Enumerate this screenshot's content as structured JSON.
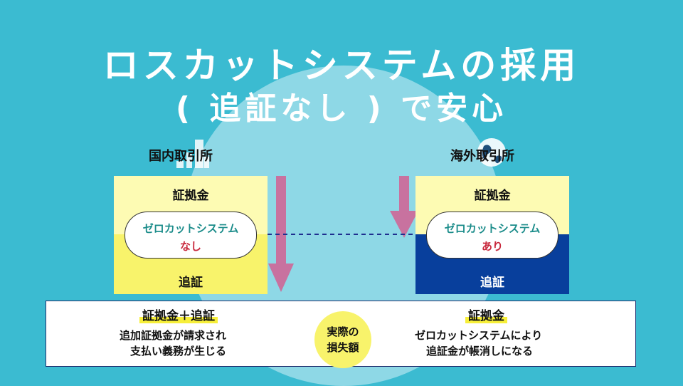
{
  "title": {
    "line1": "ロスカットシステムの採用",
    "line2": "( 追証なし ) で安心"
  },
  "left": {
    "label": "国内取引所",
    "margin": "証拠金",
    "system": "ゼロカットシステム",
    "state": "なし",
    "additional": "追証"
  },
  "right": {
    "label": "海外取引所",
    "margin": "証拠金",
    "system": "ゼロカットシステム",
    "state": "あり",
    "additional": "追証"
  },
  "center": {
    "line1": "実際の",
    "line2": "損失額"
  },
  "bottom_left": {
    "heading": "証拠金＋追証",
    "line1": "追加証拠金が請求され",
    "line2": "支払い義務が生じる"
  },
  "bottom_right": {
    "heading": "証拠金",
    "line1": "ゼロカットシステムにより",
    "line2": "追証金が帳消しになる"
  },
  "colors": {
    "background": "#3bbbd1",
    "circle": "#8ed8e6",
    "yellow_light": "#fdfbb3",
    "yellow": "#f8f36b",
    "navy": "#083f9c",
    "arrow": "#c8729f",
    "teal_text": "#1b8c8a",
    "red_text": "#c8283c"
  },
  "icons": {
    "left": "city-icon",
    "right": "globe-icon",
    "arrow": "down-arrow-icon"
  }
}
